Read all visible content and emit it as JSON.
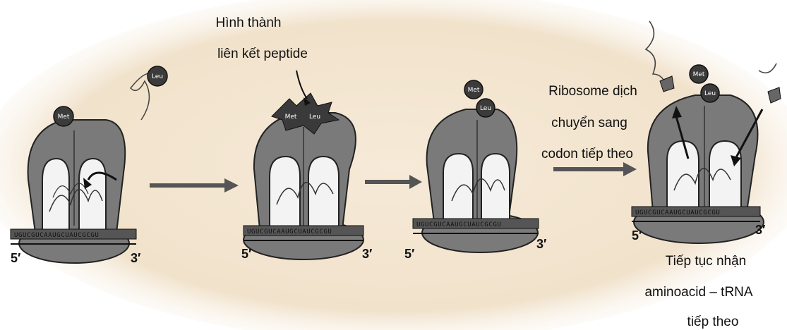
{
  "captions": {
    "peptide_bond": [
      "Hình thành",
      "liên kết peptide"
    ],
    "translocation": [
      "Ribosome dịch",
      "chuyển sang",
      "codon tiếp theo"
    ],
    "next_trna": [
      "Tiếp tục nhận",
      "aminoacid – tRNA",
      "tiếp theo"
    ]
  },
  "amino_acids": {
    "met": "Met",
    "leu": "Leu"
  },
  "ends": {
    "five": "5′",
    "three": "3′"
  },
  "mrna_codons": [
    "UGUCGUCAAUGCUAUCGCGU",
    "UGUCGUCAAUGCUAUCGCGU",
    "UGUCGUCAAUGCUAUCGCGU",
    "UGUCGUCAAUGCUAUCGCGU"
  ],
  "colors": {
    "ribosome": "#777777",
    "ribosome_edge": "#2a2a2a",
    "trna_body": "#f2f2f2",
    "amino_badge": "#3b3b3b",
    "arrow": "#555555",
    "background_glow": "#f2dfc4"
  }
}
